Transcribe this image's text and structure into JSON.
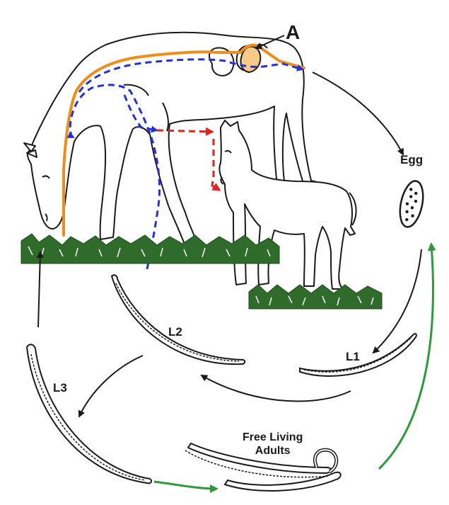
{
  "labels": {
    "site_a": "A",
    "egg": "Egg",
    "l1": "L1",
    "l2": "L2",
    "l3": "L3",
    "free_living_line1": "Free Living",
    "free_living_line2": "Adults"
  },
  "colors": {
    "outline": "#1a1a1a",
    "migration_path": "#f08c1a",
    "blood_path": "#2430d8",
    "transmammary_path": "#e32222",
    "free_living_arrow": "#2d9a3a",
    "grass": "#2f6b2a"
  }
}
